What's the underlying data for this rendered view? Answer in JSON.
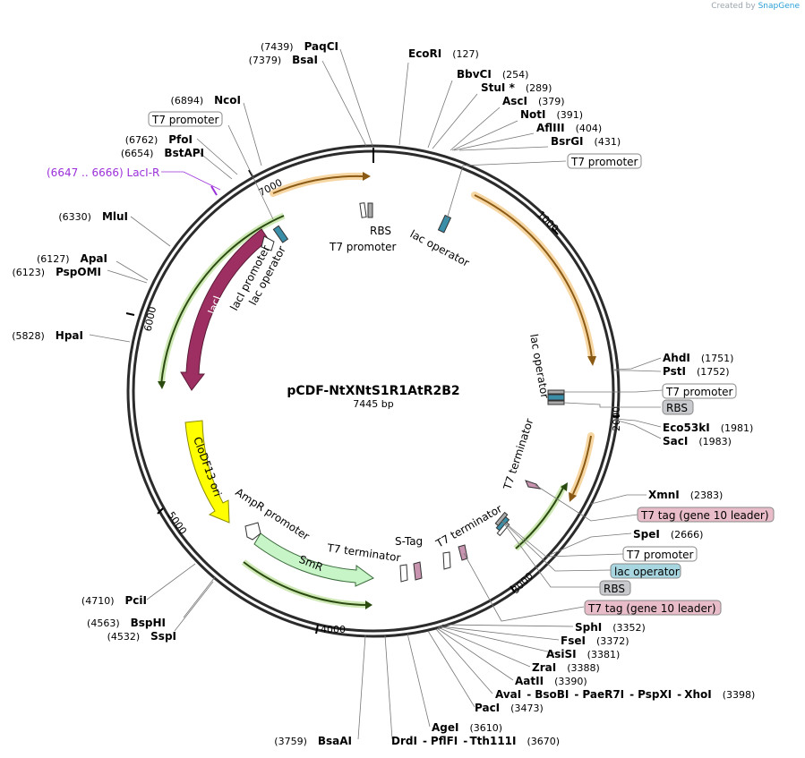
{
  "credit": {
    "prefix": "Created by",
    "brand": "SnapGene"
  },
  "plasmid": {
    "name": "pCDF-NtXNtS1R1AtR2B2",
    "length_label": "7445 bp"
  },
  "ticks": [
    "1000",
    "2000",
    "3000",
    "4000",
    "5000",
    "6000",
    "7000"
  ],
  "enzymes_right": [
    {
      "name": "EcoRI",
      "pos": "(127)"
    },
    {
      "name": "BbvCI",
      "pos": "(254)"
    },
    {
      "name": "StuI *",
      "pos": "(289)"
    },
    {
      "name": "AscI",
      "pos": "(379)"
    },
    {
      "name": "NotI",
      "pos": "(391)"
    },
    {
      "name": "AflIII",
      "pos": "(404)"
    },
    {
      "name": "BsrGI",
      "pos": "(431)"
    },
    {
      "name": "AhdI",
      "pos": "(1751)"
    },
    {
      "name": "PstI",
      "pos": "(1752)"
    },
    {
      "name": "Eco53kI",
      "pos": "(1981)"
    },
    {
      "name": "SacI",
      "pos": "(1983)"
    },
    {
      "name": "XmnI",
      "pos": "(2383)"
    },
    {
      "name": "SpeI",
      "pos": "(2666)"
    },
    {
      "name": "SphI",
      "pos": "(3352)"
    },
    {
      "name": "FseI",
      "pos": "(3372)"
    },
    {
      "name": "AsiSI",
      "pos": "(3381)"
    },
    {
      "name": "ZraI",
      "pos": "(3388)"
    },
    {
      "name": "AatII",
      "pos": "(3390)"
    },
    {
      "name": "PacI",
      "pos": "(3473)"
    },
    {
      "name": "AgeI",
      "pos": "(3610)"
    }
  ],
  "enzymes_left": [
    {
      "name": "PaqCI",
      "pos": "(7439)"
    },
    {
      "name": "BsaI",
      "pos": "(7379)"
    },
    {
      "name": "NcoI",
      "pos": "(6894)"
    },
    {
      "name": "PfoI",
      "pos": "(6762)"
    },
    {
      "name": "BstAPI",
      "pos": "(6654)"
    },
    {
      "name": "MluI",
      "pos": "(6330)"
    },
    {
      "name": "ApaI",
      "pos": "(6127)"
    },
    {
      "name": "PspOMI",
      "pos": "(6123)"
    },
    {
      "name": "HpaI",
      "pos": "(5828)"
    },
    {
      "name": "PciI",
      "pos": "(4710)"
    },
    {
      "name": "BspHI",
      "pos": "(4563)"
    },
    {
      "name": "SspI",
      "pos": "(4532)"
    },
    {
      "name": "BsaAI",
      "pos": "(3759)"
    }
  ],
  "multi_sites": {
    "ava_line": {
      "names": [
        "AvaI",
        "BsoBI",
        "PaeR7I",
        "PspXI",
        "XhoI"
      ],
      "pos": "(3398)"
    },
    "drd_line": {
      "names": [
        "DrdI",
        "PflFI",
        "Tth111I"
      ],
      "pos": "(3670)"
    }
  },
  "primer": {
    "label": "(6647 .. 6666)  LacI-R",
    "color": "#9b30d9"
  },
  "boxed_labels": [
    {
      "text": "T7 promoter",
      "kind": "promoter"
    },
    {
      "text": "T7 promoter",
      "kind": "promoter"
    },
    {
      "text": "T7 promoter",
      "kind": "promoter"
    },
    {
      "text": "RBS",
      "kind": "rbs"
    },
    {
      "text": "T7 tag (gene 10 leader)",
      "kind": "tag"
    },
    {
      "text": "T7 promoter",
      "kind": "promoter"
    },
    {
      "text": "lac operator",
      "kind": "operator"
    },
    {
      "text": "RBS",
      "kind": "rbs"
    },
    {
      "text": "T7 tag (gene 10 leader)",
      "kind": "tag"
    }
  ],
  "feature_labels": {
    "rbs_top": "RBS",
    "t7_promoter_top": "T7 promoter",
    "lac_operator_top": "lac operator",
    "laci_promoter": "lacI promoter",
    "lac_operator_left": "lac operator",
    "laci": "lacI",
    "lac_operator_right": "lac operator",
    "t7_terminator_right": "T7 terminator",
    "t7_terminator_mid": "T7 terminator",
    "s_tag": "S-Tag",
    "t7_terminator_bottom": "T7 terminator",
    "ampr_promoter": "AmpR promoter",
    "smr": "SmR",
    "clodf13": "CloDF13 ori"
  },
  "colors": {
    "backbone": "#2b2b2b",
    "orf_orange": "#e8a23a",
    "orf_green": "#7ac142",
    "laci": "#9e2f62",
    "ori": "#ffff00",
    "smr": "#c8f5c8",
    "promoter_box": "#ffffff",
    "rbs_box": "#c7c9cc",
    "tag_box": "#e8bcc8",
    "operator_box": "#a8d6e0"
  }
}
